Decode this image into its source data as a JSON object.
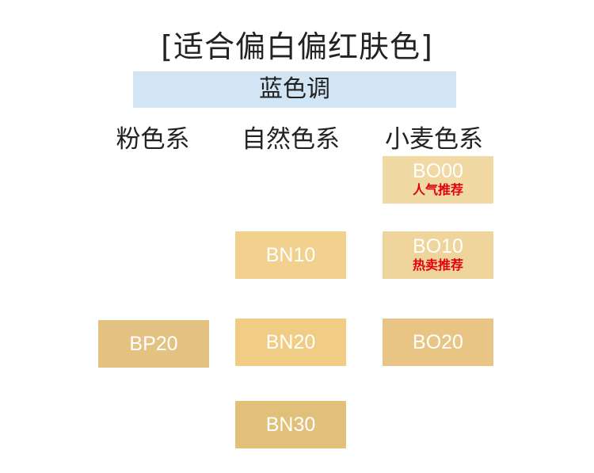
{
  "title": "[适合偏白偏红肤色]",
  "tone": "蓝色调",
  "columns": [
    "粉色系",
    "自然色系",
    "小麦色系"
  ],
  "swatches": {
    "bo00": {
      "code": "BO00",
      "tag": "人气推荐",
      "color": "#f0d9a2"
    },
    "bn10": {
      "code": "BN10",
      "color": "#f2d18f"
    },
    "bo10": {
      "code": "BO10",
      "tag": "热卖推荐",
      "color": "#efd49b"
    },
    "bp20": {
      "code": "BP20",
      "color": "#e3c282"
    },
    "bn20": {
      "code": "BN20",
      "color": "#f0cc84"
    },
    "bo20": {
      "code": "BO20",
      "color": "#e8c584"
    },
    "bn30": {
      "code": "BN30",
      "color": "#e1c079"
    }
  }
}
